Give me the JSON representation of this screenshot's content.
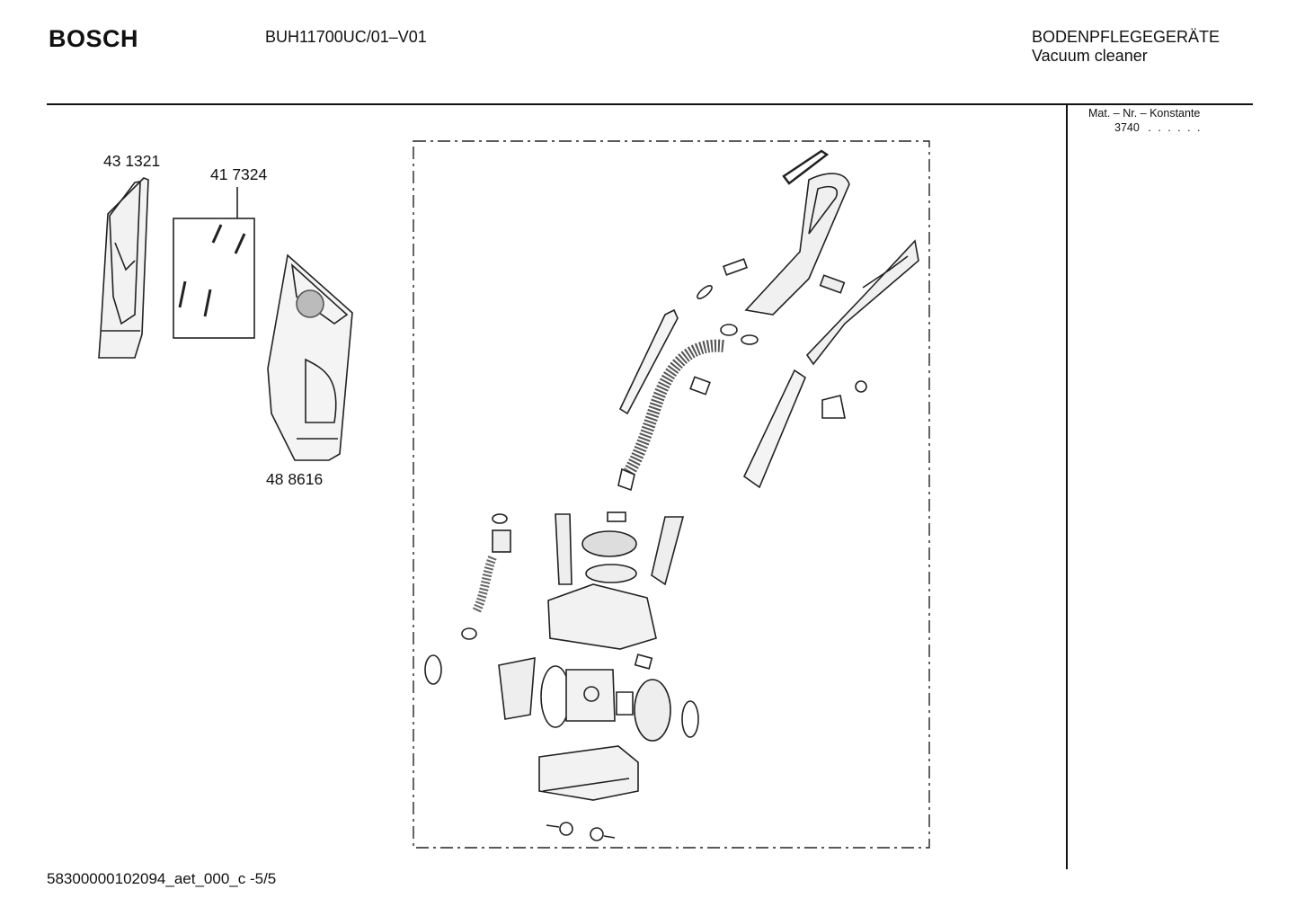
{
  "header": {
    "brand": "BOSCH",
    "model_code": "BUH11700UC/01–V01",
    "category_de": "BODENPFLEGEGERÄTE",
    "category_en": "Vacuum cleaner"
  },
  "sidebar": {
    "mat_label": "Mat. – Nr. – Konstante",
    "mat_value": "3740",
    "mat_value_dots": ". .   . . . ."
  },
  "parts": [
    {
      "number": "43 1321"
    },
    {
      "number": "41 7324"
    },
    {
      "number": "48 8616"
    }
  ],
  "footer": {
    "document_id": "58300000102094_aet_000_c -5/5"
  }
}
